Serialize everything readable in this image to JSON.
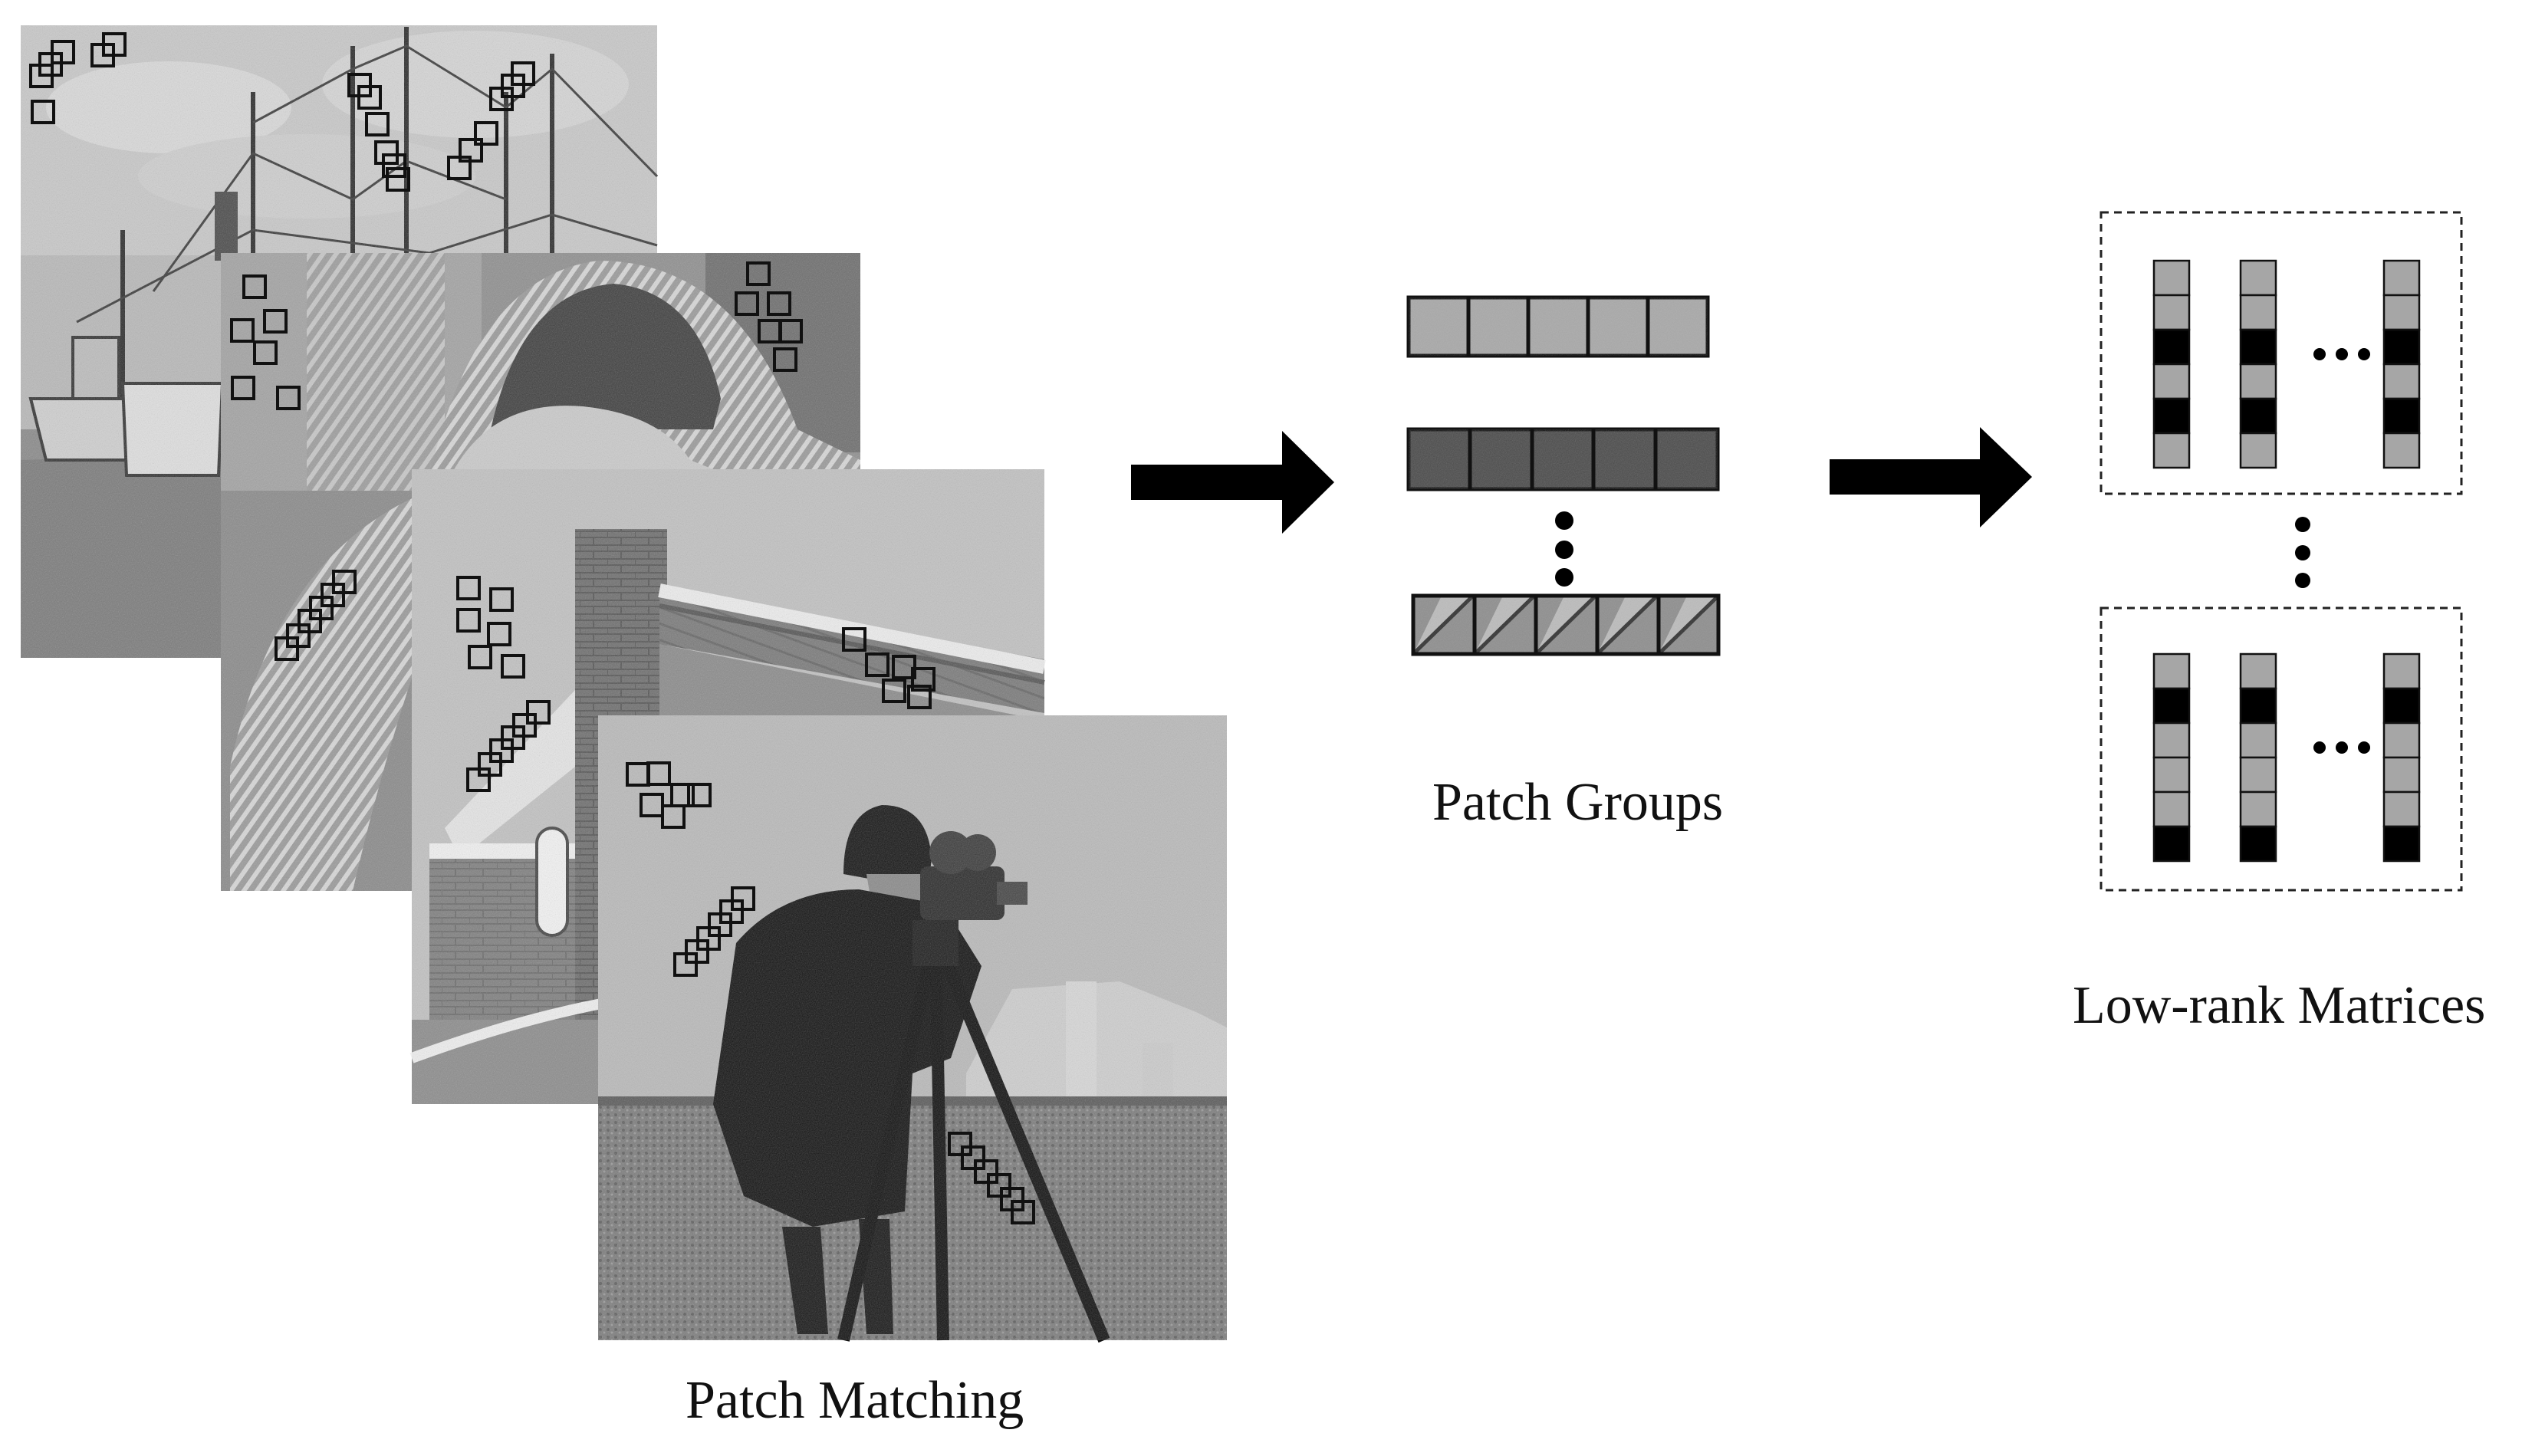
{
  "captions": {
    "patch_matching": "Patch Matching",
    "patch_groups": "Patch Groups",
    "low_rank_matrices": "Low-rank Matrices"
  },
  "source_images": [
    "boats",
    "barbara",
    "house",
    "cameraman"
  ],
  "patch_groups": {
    "rows": 3,
    "patches_per_row": 5,
    "row_styles": [
      "light",
      "dark",
      "edge"
    ]
  },
  "low_rank_matrices": {
    "blocks": 2,
    "columns_shown": 3,
    "cells_per_column": 6,
    "column_patterns": [
      [
        "gray",
        "gray",
        "black",
        "gray",
        "black",
        "gray"
      ],
      [
        "gray",
        "gray",
        "black",
        "gray",
        "black",
        "gray"
      ],
      [
        "gray",
        "gray",
        "black",
        "gray",
        "black",
        "gray"
      ],
      [
        "gray",
        "black",
        "gray",
        "gray",
        "gray",
        "black"
      ],
      [
        "gray",
        "black",
        "gray",
        "gray",
        "gray",
        "black"
      ],
      [
        "gray",
        "black",
        "gray",
        "gray",
        "gray",
        "black"
      ]
    ]
  },
  "colors": {
    "background": "#ffffff",
    "outline": "#111111",
    "patch_light": "#a9a9a9",
    "patch_dark": "#4a4a4a",
    "cell_gray": "#a6a6a6",
    "cell_black": "#000000"
  }
}
